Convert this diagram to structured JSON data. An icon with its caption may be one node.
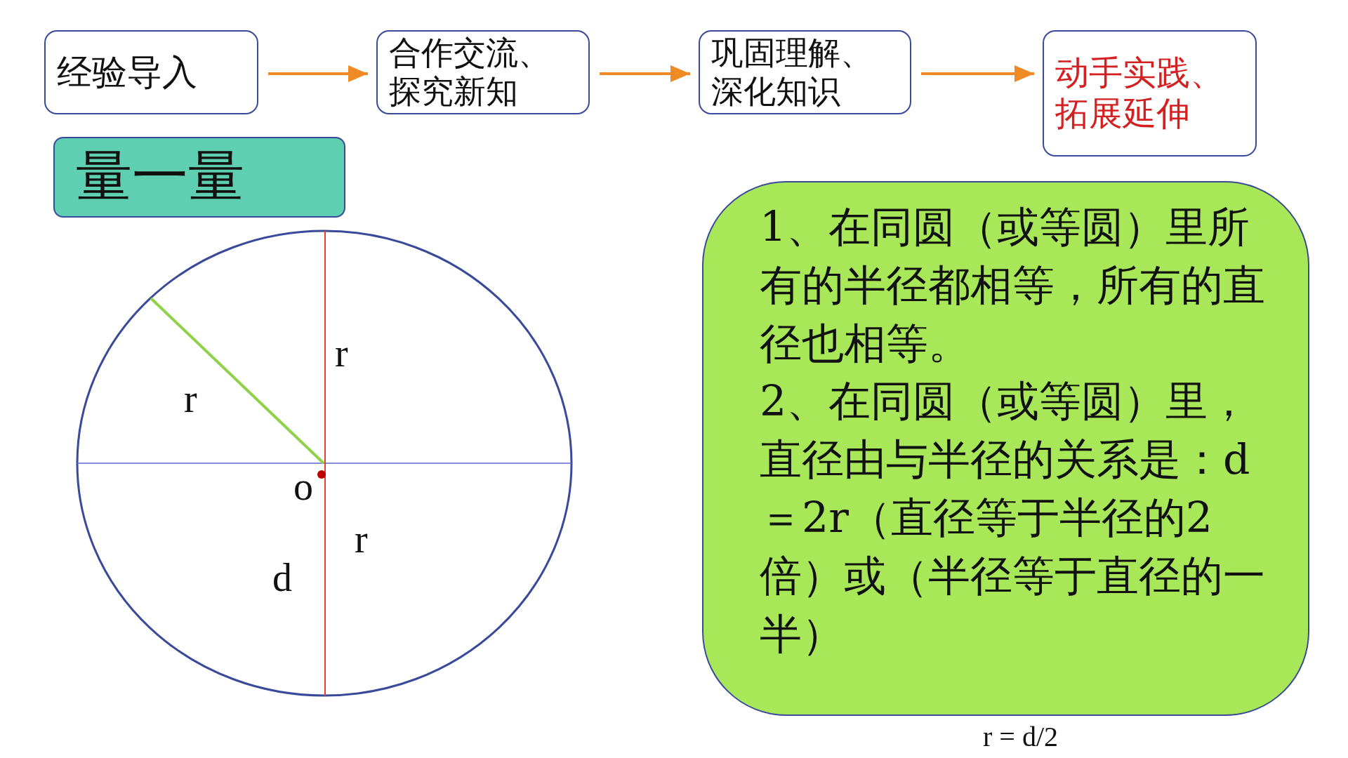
{
  "diagram": {
    "nodes": [
      {
        "text": [
          "经验导入"
        ]
      },
      {
        "text": [
          "合作交流、探究新知"
        ]
      },
      {
        "text": [
          "巩固理解、深化知识"
        ]
      },
      {
        "text": [
          "动手实践、拓展延伸"
        ]
      },
      {
        "text": [
          "量一量"
        ]
      },
      {
        "text": [
          "1、在同圆（或等圆）里所有的半径都相等，所有的直径也相等。",
          "2、在同圆（或等圆）里，直径由与半径的关系是：d＝2r（直径等于半径的2倍）或（半径等于直径的一半）"
        ]
      }
    ],
    "edges": [
      {
        "from": 0,
        "to": 1,
        "arrow": "to"
      },
      {
        "from": 1,
        "to": 2,
        "arrow": "to"
      },
      {
        "from": 2,
        "to": 3,
        "arrow": "to"
      }
    ],
    "labels": [
      "r",
      "r",
      "o",
      "r",
      "d",
      "r = d/2"
    ]
  }
}
